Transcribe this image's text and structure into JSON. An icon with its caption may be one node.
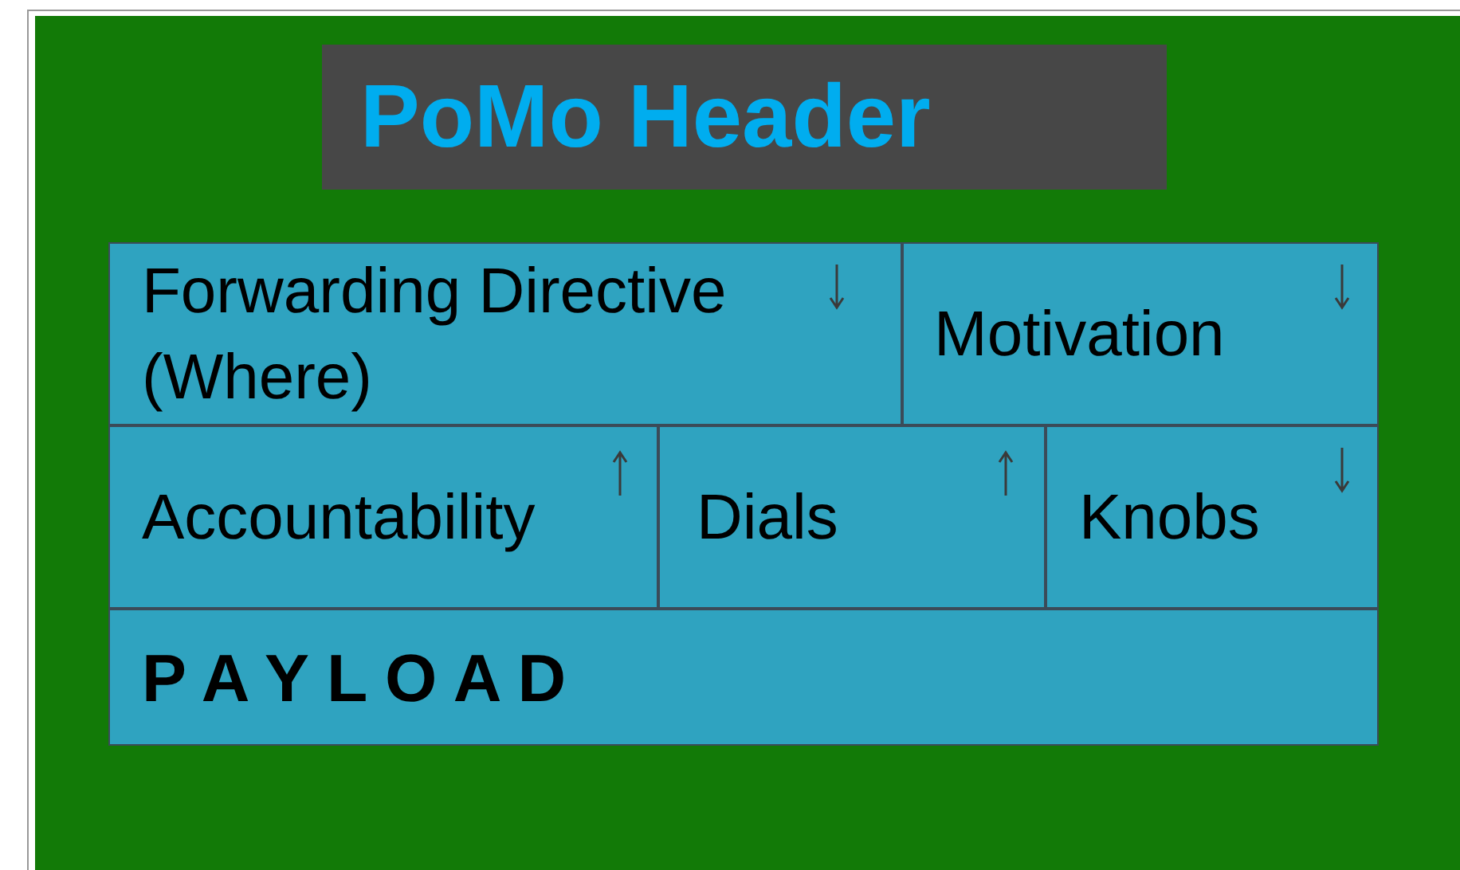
{
  "diagram": {
    "nodes": [
      {
        "text": [
          "PoMo Header"
        ]
      },
      {
        "text": [
          "Forwarding Directive (Where)"
        ]
      },
      {
        "text": [
          "Motivation"
        ]
      },
      {
        "text": [
          "Accountability"
        ]
      },
      {
        "text": [
          "Dials"
        ]
      },
      {
        "text": [
          "Knobs"
        ]
      },
      {
        "text": [
          "P A Y L O A D"
        ]
      }
    ]
  }
}
